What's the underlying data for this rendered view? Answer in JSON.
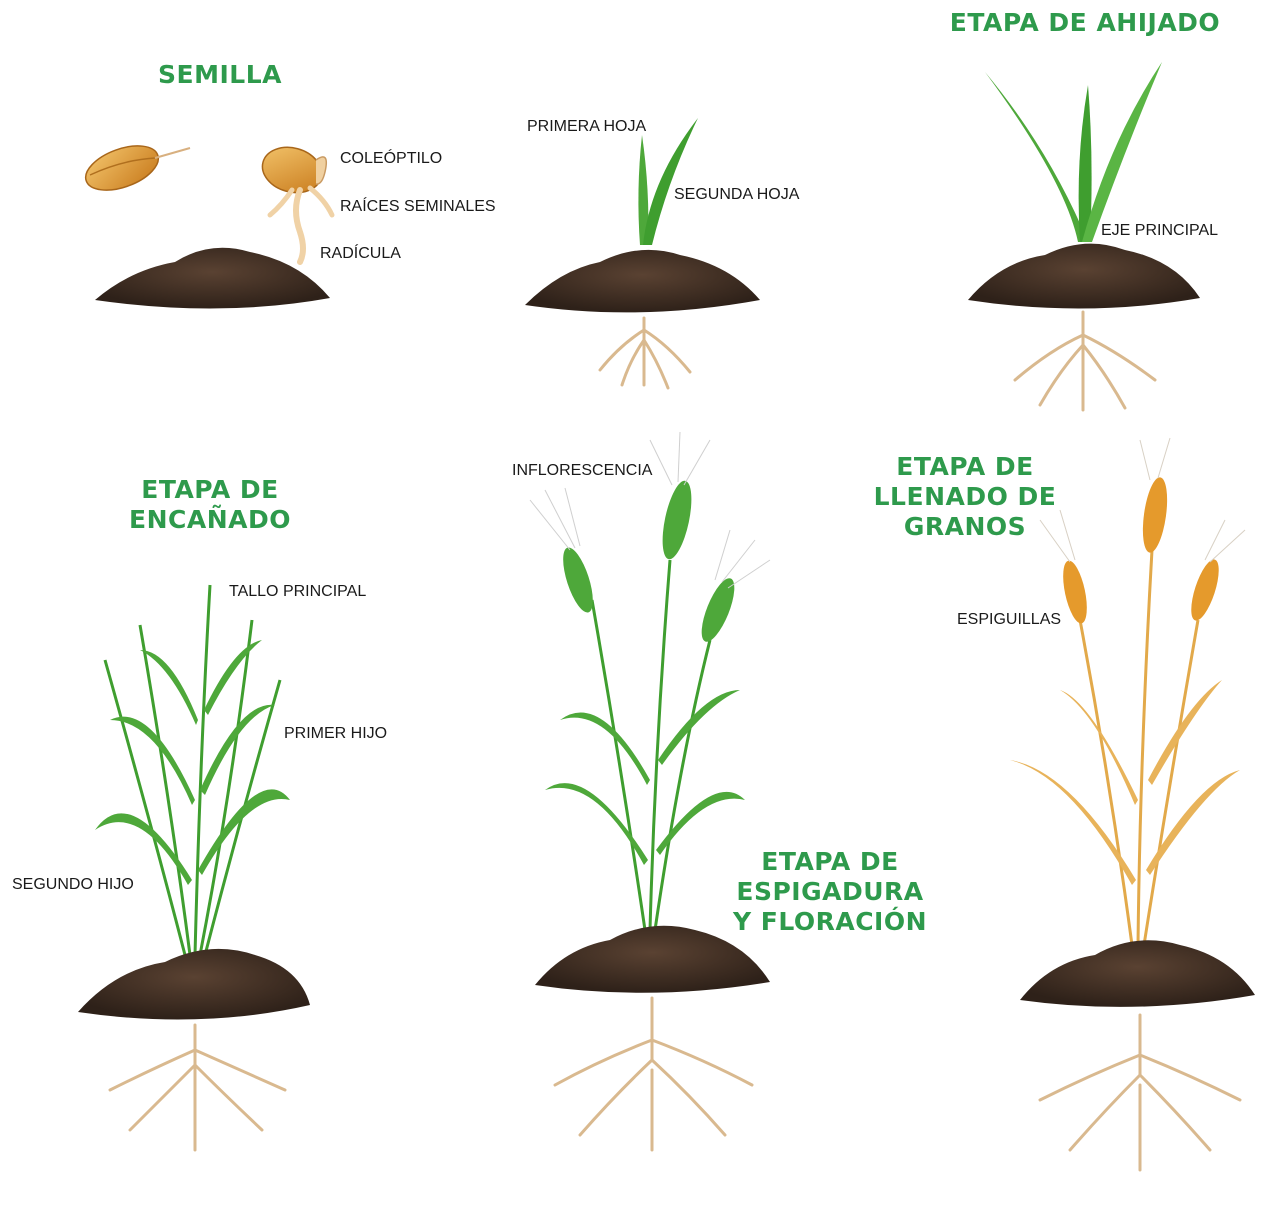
{
  "stages": [
    {
      "id": "semilla",
      "title": [
        "SEMILLA"
      ],
      "labels": [
        "COLEÓPTILO",
        "RAÍCES SEMINALES",
        "RADÍCULA"
      ]
    },
    {
      "id": "plantula",
      "title": [],
      "labels": [
        "PRIMERA HOJA",
        "SEGUNDA HOJA"
      ]
    },
    {
      "id": "ahijado",
      "title": [
        "ETAPA DE AHIJADO"
      ],
      "labels": [
        "EJE PRINCIPAL"
      ]
    },
    {
      "id": "encanado",
      "title": [
        "ETAPA DE",
        "ENCAÑADO"
      ],
      "labels": [
        "TALLO PRINCIPAL",
        "PRIMER HIJO",
        "SEGUNDO HIJO"
      ]
    },
    {
      "id": "espigadura",
      "title": [
        "ETAPA DE",
        "ESPIGADURA",
        "Y FLORACIÓN"
      ],
      "labels": [
        "INFLORESCENCIA"
      ]
    },
    {
      "id": "llenado",
      "title": [
        "ETAPA DE",
        "LLENADO DE",
        "GRANOS"
      ],
      "labels": [
        "ESPIGUILLAS"
      ]
    }
  ],
  "colors": {
    "title_green": "#2e9a4c",
    "leaf_green": "#3f9e2f",
    "leaf_light": "#7cc35b",
    "soil_dark": "#3b2a1f",
    "soil_mid": "#5a4232",
    "root": "#d9b98f",
    "seed": "#e0962e",
    "dry_stem": "#e2a94a"
  }
}
